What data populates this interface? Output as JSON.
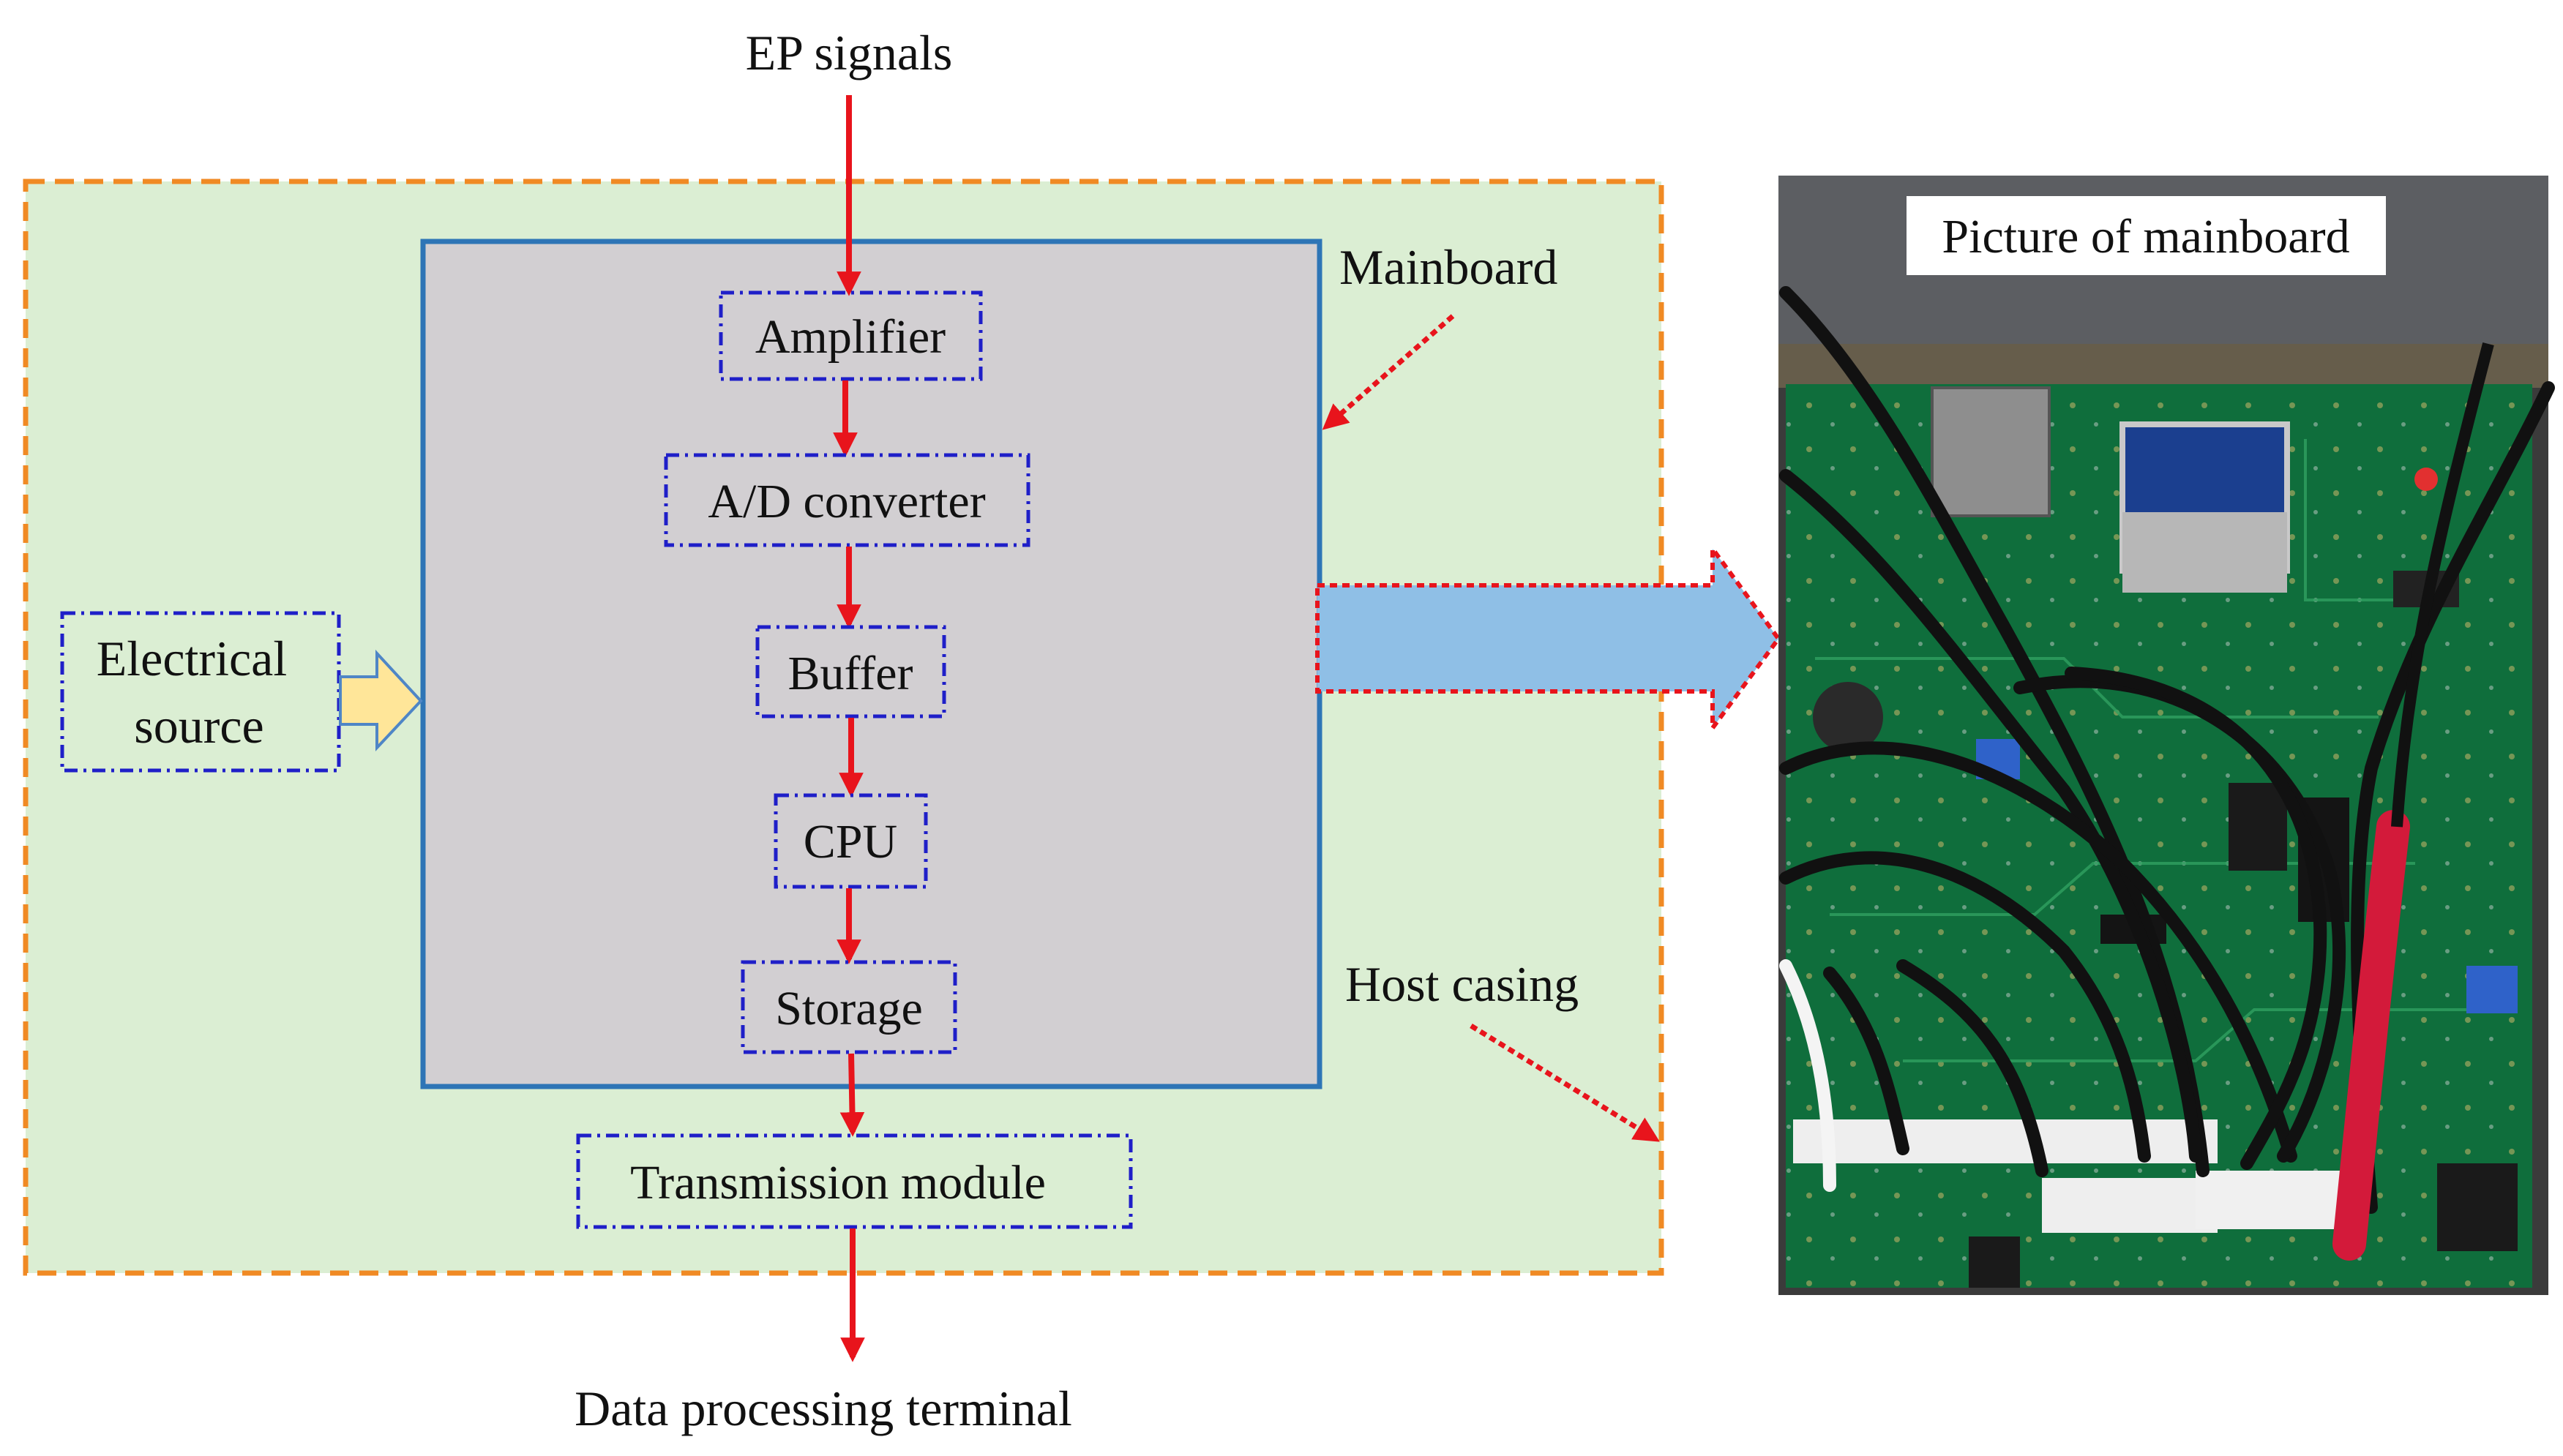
{
  "diagram": {
    "input_label": "EP signals",
    "output_label": "Data processing terminal",
    "mainboard_label": "Mainboard",
    "casing_label": "Host casing",
    "source_label_line1": "Electrical",
    "source_label_line2": "source",
    "transmission_label": "Transmission module",
    "photo_caption": "Picture of mainboard",
    "blocks": [
      {
        "id": "amplifier",
        "label": "Amplifier"
      },
      {
        "id": "ad-converter",
        "label": "A/D converter"
      },
      {
        "id": "buffer",
        "label": "Buffer"
      },
      {
        "id": "cpu",
        "label": "CPU"
      },
      {
        "id": "storage",
        "label": "Storage"
      }
    ]
  },
  "colors": {
    "casing_fill": "#dbeed3",
    "casing_border": "#f08a24",
    "mainboard_fill": "#d2cfd2",
    "mainboard_border": "#2e75b6",
    "block_border": "#1f1fc8",
    "arrow_red": "#e8141c",
    "source_arrow_fill": "#ffe699",
    "source_arrow_stroke": "#4f86c6",
    "big_arrow_fill": "#8fbfe6",
    "pcb_green": "#0f6e3c"
  }
}
